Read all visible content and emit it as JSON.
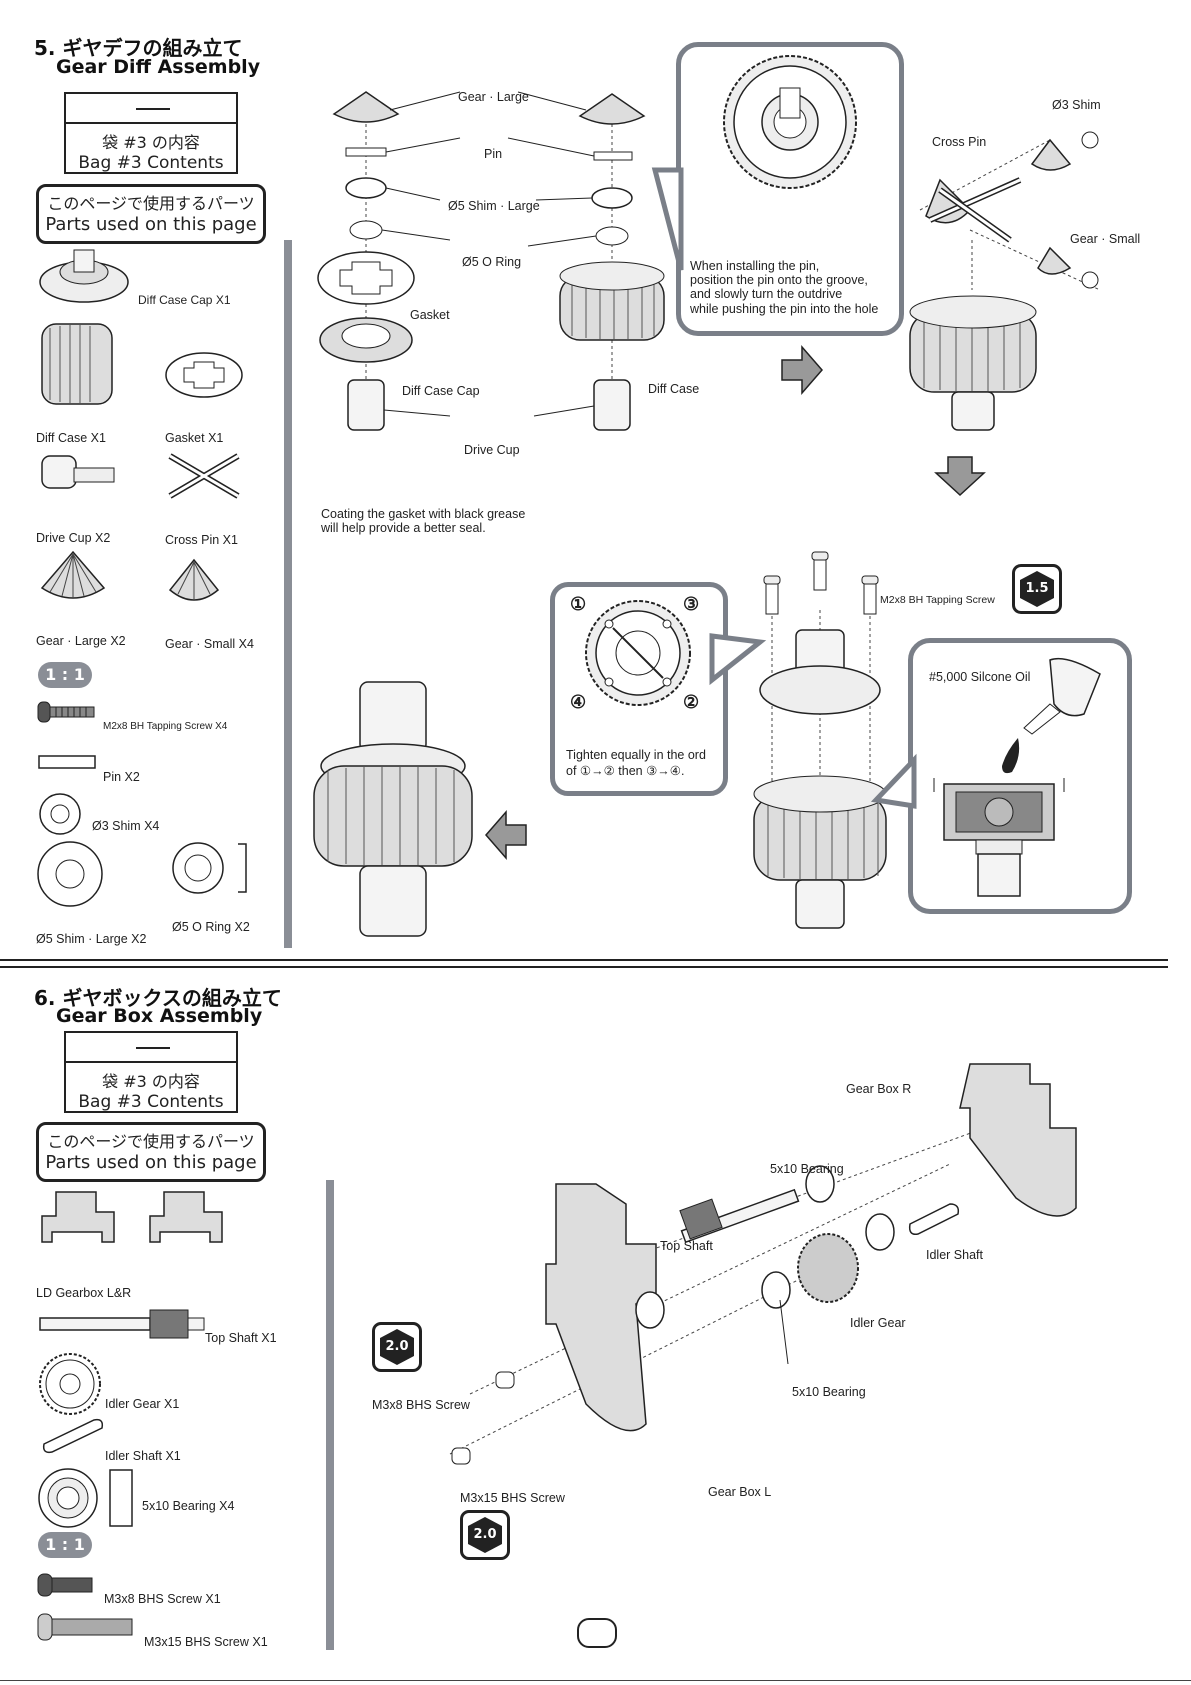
{
  "section5": {
    "title_jp": "5. ギヤデフの組み立て",
    "title_en": "Gear Diff Assembly",
    "bag_jp": "袋 #3 の内容",
    "bag_en": "Bag #3 Contents",
    "parts_jp": "このページで使用するパーツ",
    "parts_en": "Parts used on this page",
    "parts": {
      "diff_case_cap": "Diff Case Cap X1",
      "diff_case": "Diff Case X1",
      "gasket": "Gasket X1",
      "drive_cup": "Drive Cup X2",
      "cross_pin": "Cross Pin X1",
      "gear_large": "Gear · Large X2",
      "gear_small": "Gear · Small X4",
      "ratio": "1 : 1",
      "screw": "M2x8 BH Tapping Screw X4",
      "pin": "Pin X2",
      "shim3": "Ø3 Shim X4",
      "shim5": "Ø5 Shim · Large X2",
      "oring": "Ø5 O Ring X2"
    },
    "diagram": {
      "gear_large": "Gear · Large",
      "pin": "Pin",
      "shim_large": "Ø5 Shim · Large",
      "o_ring": "Ø5 O Ring",
      "gasket": "Gasket",
      "diff_case_cap": "Diff Case Cap",
      "diff_case": "Diff Case",
      "drive_cup": "Drive Cup",
      "note_gasket_1": "Coating the gasket with black grease",
      "note_gasket_2": "will help provide a better seal.",
      "pin_note_1": "When installing the pin,",
      "pin_note_2": "position the pin onto the groove,",
      "pin_note_3": "and slowly turn the outdrive",
      "pin_note_4": "while pushing the pin into the hole",
      "shim3": "Ø3 Shim",
      "cross_pin": "Cross Pin",
      "gear_small": "Gear · Small",
      "screw": "M2x8 BH Tapping Screw",
      "hex_size": "1.5",
      "tighten_1": "Tighten equally in the ord",
      "tighten_2": "of ①→② then ③→④.",
      "n1": "①",
      "n2": "②",
      "n3": "③",
      "n4": "④",
      "oil": "#5,000 Silcone Oil"
    }
  },
  "section6": {
    "title_jp": "6. ギヤボックスの組み立て",
    "title_en": "Gear Box Assembly",
    "bag_jp": "袋 #3 の内容",
    "bag_en": "Bag #3 Contents",
    "parts_jp": "このページで使用するパーツ",
    "parts_en": "Parts used on this page",
    "parts": {
      "gearbox": "LD Gearbox L&R",
      "top_shaft": "Top Shaft X1",
      "idler_gear": "Idler Gear X1",
      "idler_shaft": "Idler Shaft X1",
      "bearing": "5x10 Bearing X4",
      "ratio": "1 : 1",
      "m3x8": "M3x8 BHS Screw X1",
      "m3x15": "M3x15  BHS Screw X1"
    },
    "diagram": {
      "gear_box_r": "Gear Box R",
      "bearing_top": "5x10 Bearing",
      "top_shaft": "Top Shaft",
      "idler_shaft": "Idler Shaft",
      "idler_gear": "Idler Gear",
      "bearing_bottom": "5x10 Bearing",
      "m3x8": "M3x8 BHS Screw",
      "m3x15": "M3x15 BHS Screw",
      "gear_box_l": "Gear Box L",
      "hex_size": "2.0"
    }
  }
}
